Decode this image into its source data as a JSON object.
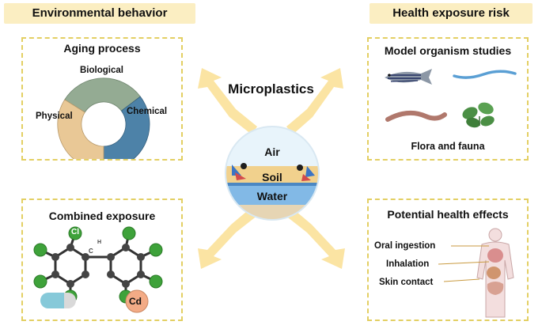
{
  "headers": {
    "left": "Environmental behavior",
    "right": "Health exposure risk"
  },
  "center": {
    "title": "Microplastics",
    "layers": {
      "air": "Air",
      "soil": "Soil",
      "water": "Water"
    }
  },
  "panels": {
    "aging": {
      "title": "Aging process",
      "segments": [
        {
          "label": "Biological",
          "color": "#94ab93"
        },
        {
          "label": "Chemical",
          "color": "#4d82a8"
        },
        {
          "label": "Physical",
          "color": "#e9c896"
        }
      ]
    },
    "model": {
      "title": "Model organism studies",
      "caption": "Flora and fauna"
    },
    "combined": {
      "title": "Combined exposure",
      "atoms": {
        "chlorine": "Cl",
        "carbon": "C",
        "hydrogen": "H",
        "cadmium": "Cd"
      }
    },
    "health": {
      "title": "Potential health effects",
      "routes": [
        "Oral ingestion",
        "Inhalation",
        "Skin contact"
      ]
    }
  },
  "colors": {
    "header_bg": "#fbeec2",
    "dashed_border": "#e3cf63",
    "arrow": "#fbe4a3"
  }
}
